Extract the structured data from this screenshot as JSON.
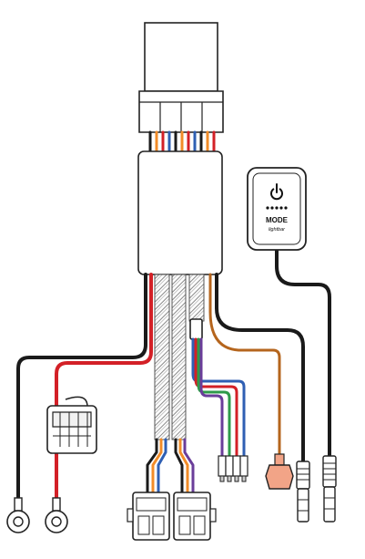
{
  "controller": {
    "mode_label": "MODE",
    "brand_script": "lightbar",
    "power_icon": "power-icon",
    "indicator_dots": 5
  },
  "wire_colors": {
    "black": "#1a1a1a",
    "red": "#d32027",
    "orange": "#f28c28",
    "blue": "#2f5fb3",
    "green": "#2e9a4a",
    "brown": "#b5651d",
    "purple": "#6a3d9a",
    "braid": "#9a9a9a",
    "fuse_pink": "#f2a487"
  }
}
